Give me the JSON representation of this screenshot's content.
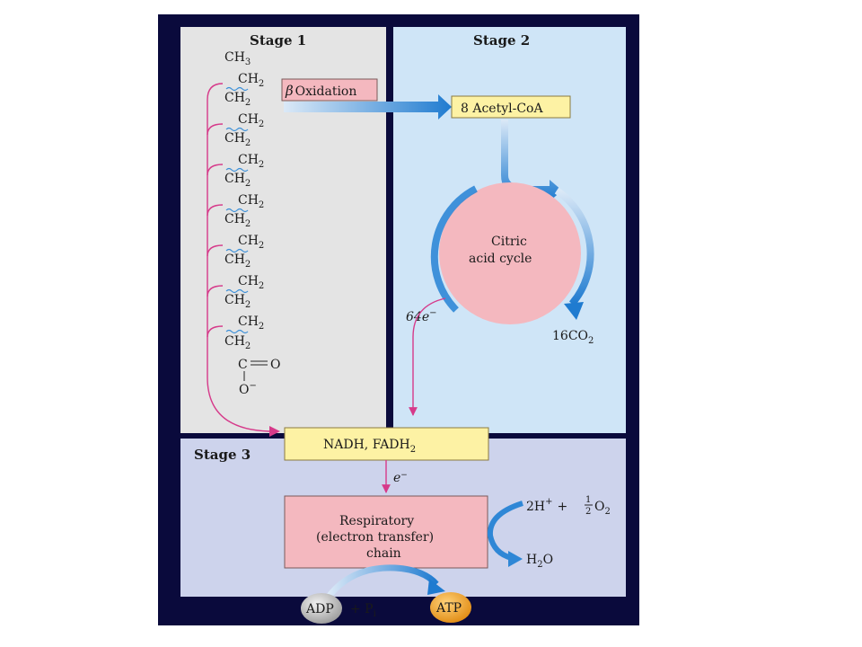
{
  "stages": {
    "stage1": "Stage 1",
    "stage2": "Stage 2",
    "stage3": "Stage 3"
  },
  "chain": {
    "ch3": "CH",
    "ch3_sub": "3",
    "ch2": "CH",
    "ch2_sub": "2",
    "carbonyl": "C=O",
    "carbonyl_c": "C",
    "carbonyl_o": "O",
    "carboxylate_o": "O",
    "carboxylate_charge": "−"
  },
  "boxes": {
    "beta_symbol": "β",
    "beta_text": "Oxidation",
    "acetyl_coa": "8 Acetyl-CoA",
    "citric_line1": "Citric",
    "citric_line2": "acid cycle",
    "nadh_main": "NADH, FADH",
    "nadh_sub": "2",
    "resp_line1": "Respiratory",
    "resp_line2": "(electron transfer)",
    "resp_line3": "chain"
  },
  "labels": {
    "electrons_64": "64e",
    "electrons_64_sup": "−",
    "co2": "16CO",
    "co2_sub": "2",
    "e_minus": "e",
    "e_minus_sup": "−",
    "hplus": "2H",
    "hplus_sup": "+",
    "plus": "+",
    "half_num": "1",
    "half_den": "2",
    "o2": "O",
    "o2_sub": "2",
    "h2o_h": "H",
    "h2o_sub": "2",
    "h2o_o": "O",
    "adp": "ADP",
    "adp_plus": "+ P",
    "pi_sub": "i",
    "atp": "ATP"
  },
  "colors": {
    "frame": "#0a0a3c",
    "stage1_bg": "#e4e4e4",
    "stage2_bg": "#cfe5f7",
    "stage3_bg": "#cdd3ec",
    "pink_box": "#f4b8bf",
    "yellow_box": "#fdf2a4",
    "blue_arrow": "#2f87d6",
    "magenta": "#d63a8a",
    "atp": "#f0a52a",
    "adp": "#b8b8b8"
  }
}
